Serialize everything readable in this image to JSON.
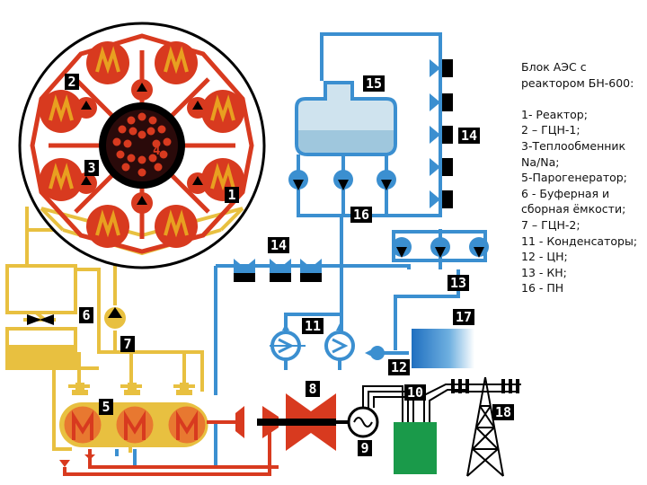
{
  "legend": {
    "title_line1": "Блок АЭС с",
    "title_line2": "реактором БН-600:",
    "items": [
      "1- Реактор;",
      "2 – ГЦН-1;",
      "3-Теплообменник",
      "Na/Na;",
      "5-Парогенератор;",
      "6 - Буферная и",
      "сборная ёмкости;",
      "7 – ГЦН-2;",
      "11 - Конденсаторы;",
      "12 - ЦН;",
      "13 - КН;",
      "16 - ПН"
    ]
  },
  "callouts": {
    "c1": "1",
    "c2": "2",
    "c3": "3",
    "c4": "4",
    "c5": "5",
    "c6": "6",
    "c7": "7",
    "c8": "8",
    "c9": "9",
    "c10": "10",
    "c11": "11",
    "c12": "12",
    "c13": "13",
    "c14a": "14",
    "c14b": "14",
    "c15": "15",
    "c16": "16",
    "c17": "17",
    "c18": "18"
  },
  "colors": {
    "primary_circuit": "#d83a1f",
    "secondary_circuit": "#e8c040",
    "water_steam": "#3b8fd0",
    "generator_building": "#1a9a4a",
    "labels_bg": "#000000"
  }
}
